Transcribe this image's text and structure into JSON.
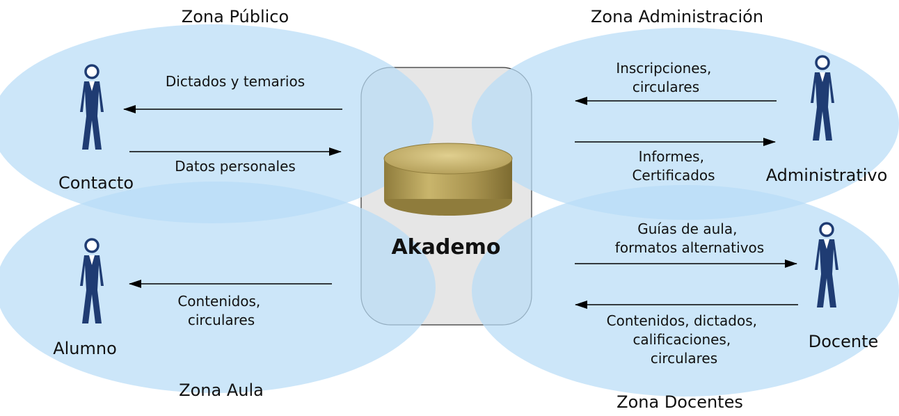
{
  "diagram": {
    "central": {
      "label": "Akademo",
      "icon": "database-cylinder-icon"
    },
    "zones": {
      "publico": "Zona Público",
      "administracion": "Zona Administración",
      "aula": "Zona Aula",
      "docentes": "Zona Docentes"
    },
    "actors": {
      "contacto": "Contacto",
      "administrativo": "Administrativo",
      "alumno": "Alumno",
      "docente": "Docente"
    },
    "flows": {
      "dictados_temarios": [
        "Dictados y temarios"
      ],
      "datos_personales": [
        "Datos personales"
      ],
      "inscripciones": [
        "Inscripciones,",
        "circulares"
      ],
      "informes": [
        "Informes,",
        "Certificados"
      ],
      "contenidos_alumno": [
        "Contenidos,",
        "circulares"
      ],
      "guias": [
        "Guías de aula,",
        "formatos alternativos"
      ],
      "contenidos_docente": [
        "Contenidos, dictados,",
        "calificaciones,",
        "circulares"
      ]
    },
    "colors": {
      "zone_fill": "#b9dcf7",
      "actor": "#1f3c73",
      "server_fill": "#e6e6e6",
      "cylinder": "#b9a360",
      "arrow": "#000000"
    }
  }
}
